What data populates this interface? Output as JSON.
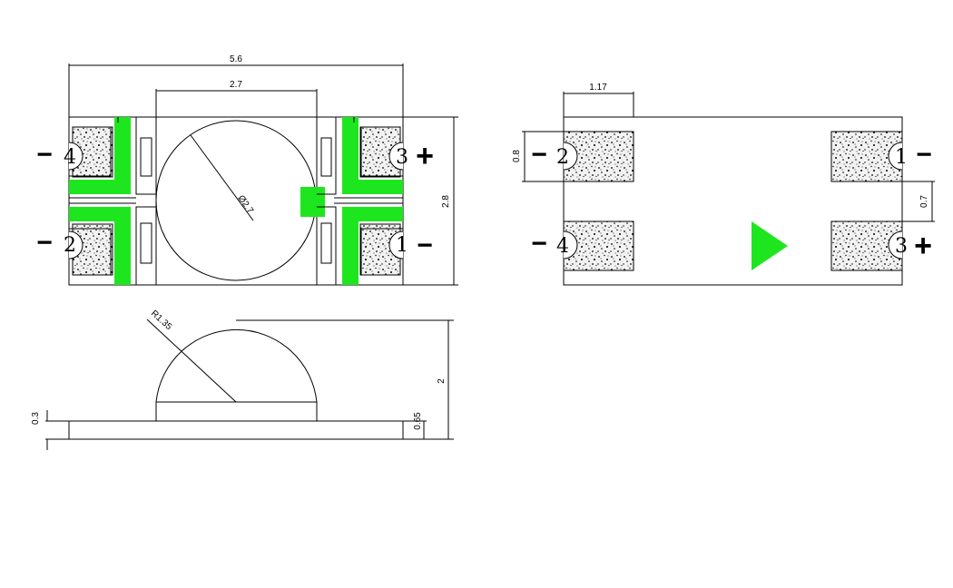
{
  "top_view": {
    "overall_width": "5.6",
    "lens_width": "2.7",
    "height": "2.8",
    "lens_diameter": "Ø2.7",
    "pins": {
      "top_left": "4",
      "bottom_left": "2",
      "top_right": "3",
      "bottom_right": "1"
    },
    "pin_marks": {
      "top_left": "−",
      "bottom_left": "−",
      "top_right": "+",
      "bottom_right": "−"
    }
  },
  "bottom_view": {
    "pad_width": "1.17",
    "pad_height": "0.8",
    "pad_gap": "0.7",
    "pins": {
      "top_left": "2",
      "bottom_left": "4",
      "top_right": "1",
      "bottom_right": "3"
    },
    "pin_marks": {
      "top_left": "−",
      "bottom_left": "−",
      "top_right": "−",
      "bottom_right": "+"
    }
  },
  "side_view": {
    "dome_radius": "R1.35",
    "total_height": "2",
    "body_height": "0.65",
    "base_thickness": "0.3"
  },
  "colors": {
    "green": "#1ee61e",
    "line": "#000000",
    "pad": "#f2f2f2"
  }
}
